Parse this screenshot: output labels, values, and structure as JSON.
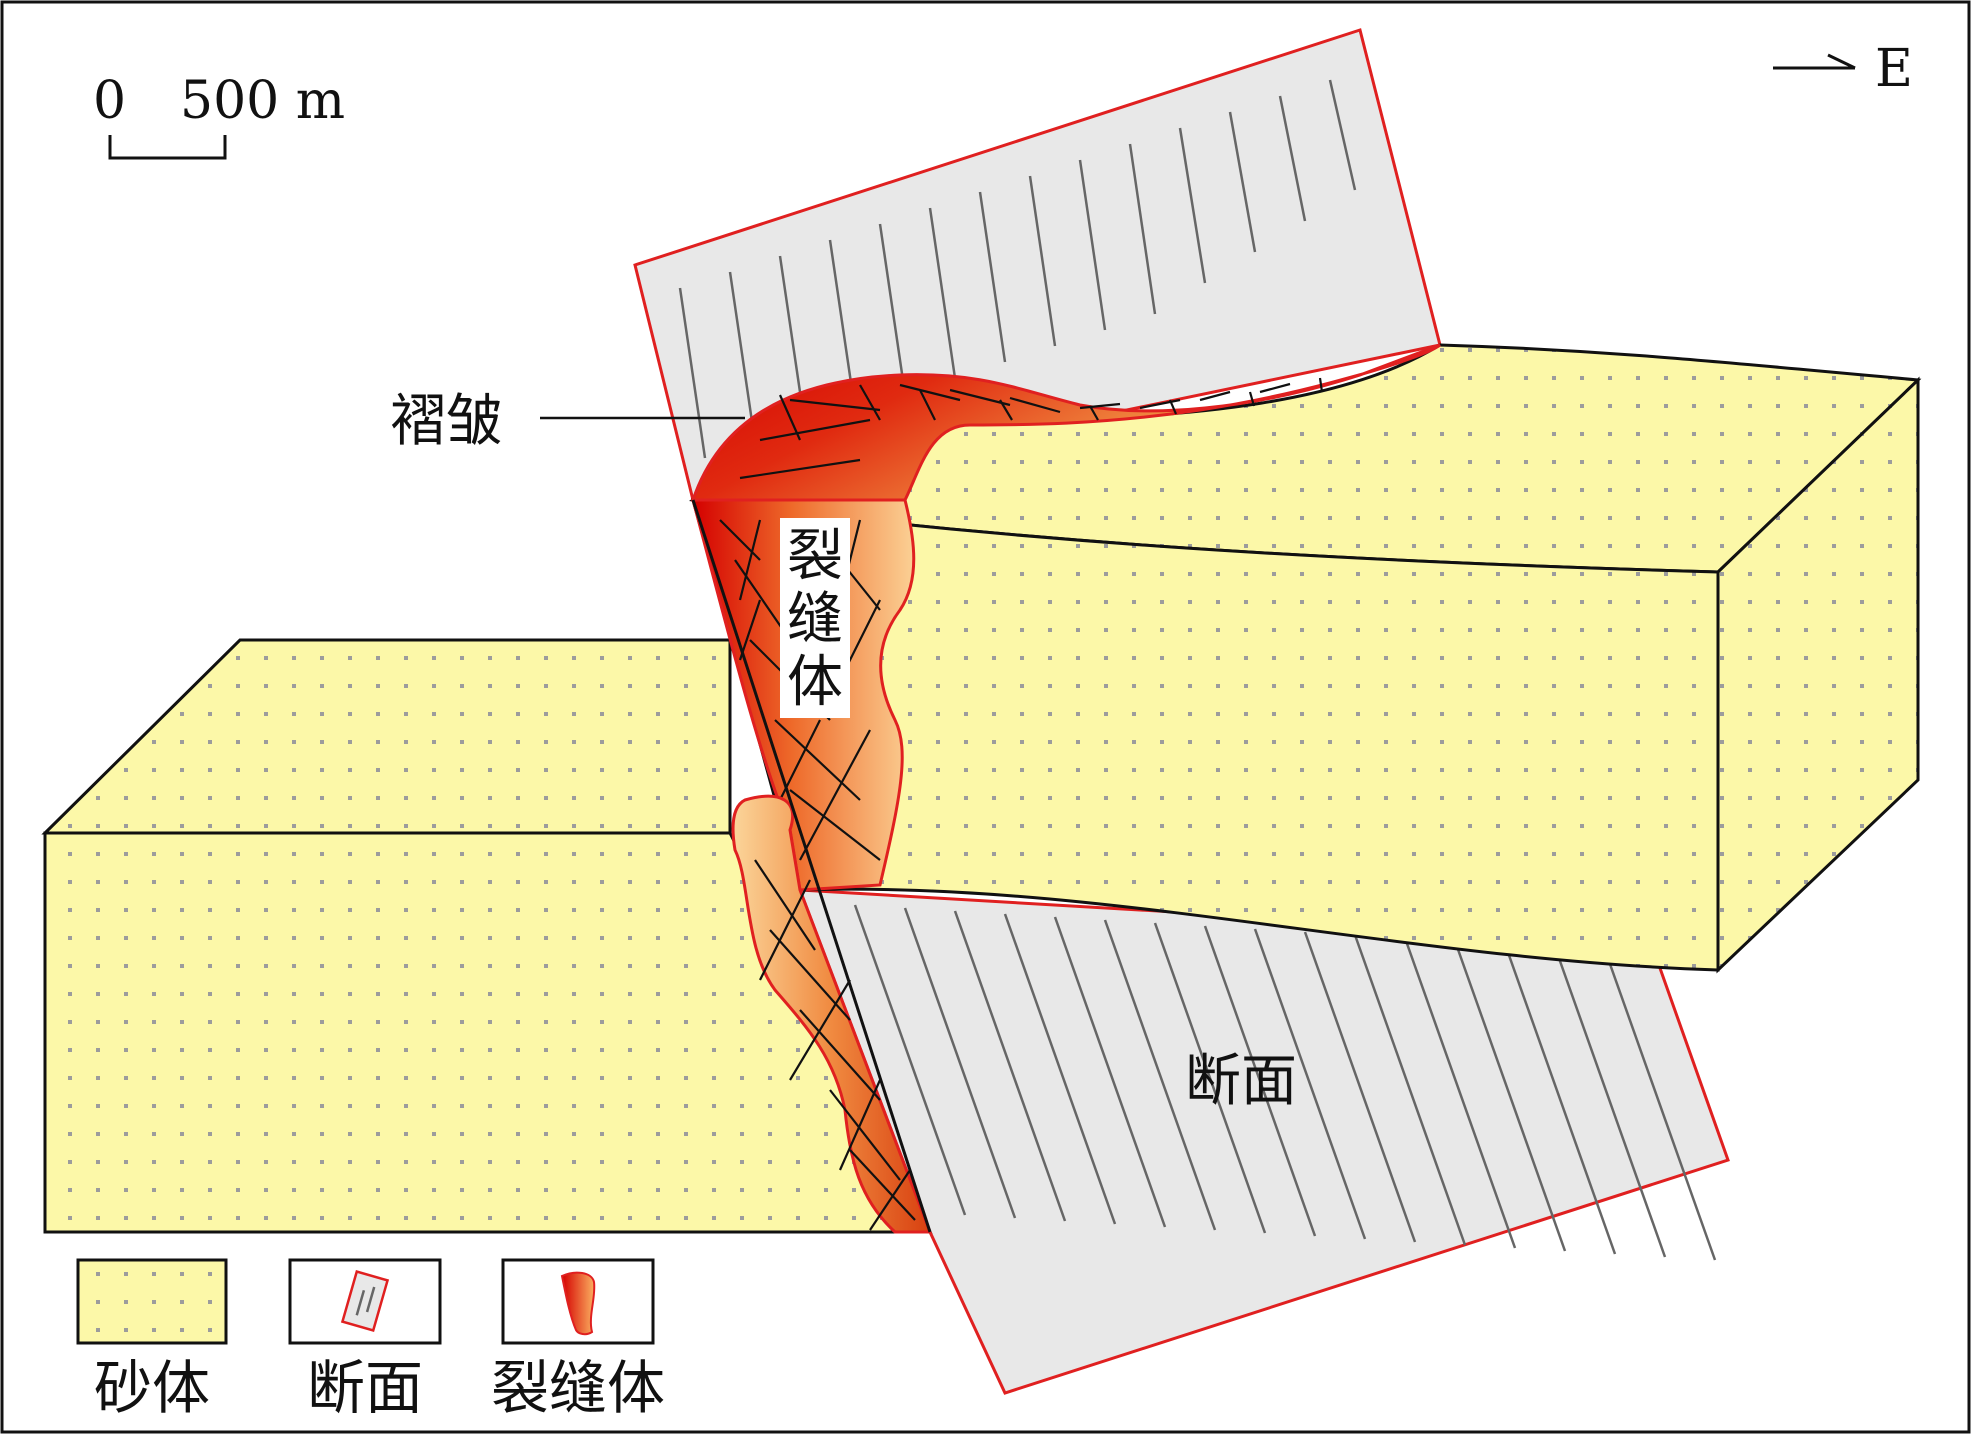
{
  "scale_bar": {
    "zero": "0",
    "distance": "500 m"
  },
  "north_arrow": {
    "label": "E"
  },
  "labels": {
    "fold": "褶皱",
    "fracture_body": [
      "裂",
      "缝",
      "体"
    ],
    "fault_plane": "断面"
  },
  "legend": [
    {
      "key": "sand",
      "label": "砂体"
    },
    {
      "key": "fault",
      "label": "断面"
    },
    {
      "key": "fracture",
      "label": "裂缝体"
    }
  ],
  "colors": {
    "sand_fill": "#fcf8a8",
    "sand_dot": "#9c9c9c",
    "fault_fill": "#e8e8e8",
    "fault_line": "#666666",
    "fault_border": "#e02020",
    "fracture_dark": "#d40000",
    "fracture_mid": "#ee6a2a",
    "fracture_light": "#fbd094",
    "outline": "#111111"
  }
}
